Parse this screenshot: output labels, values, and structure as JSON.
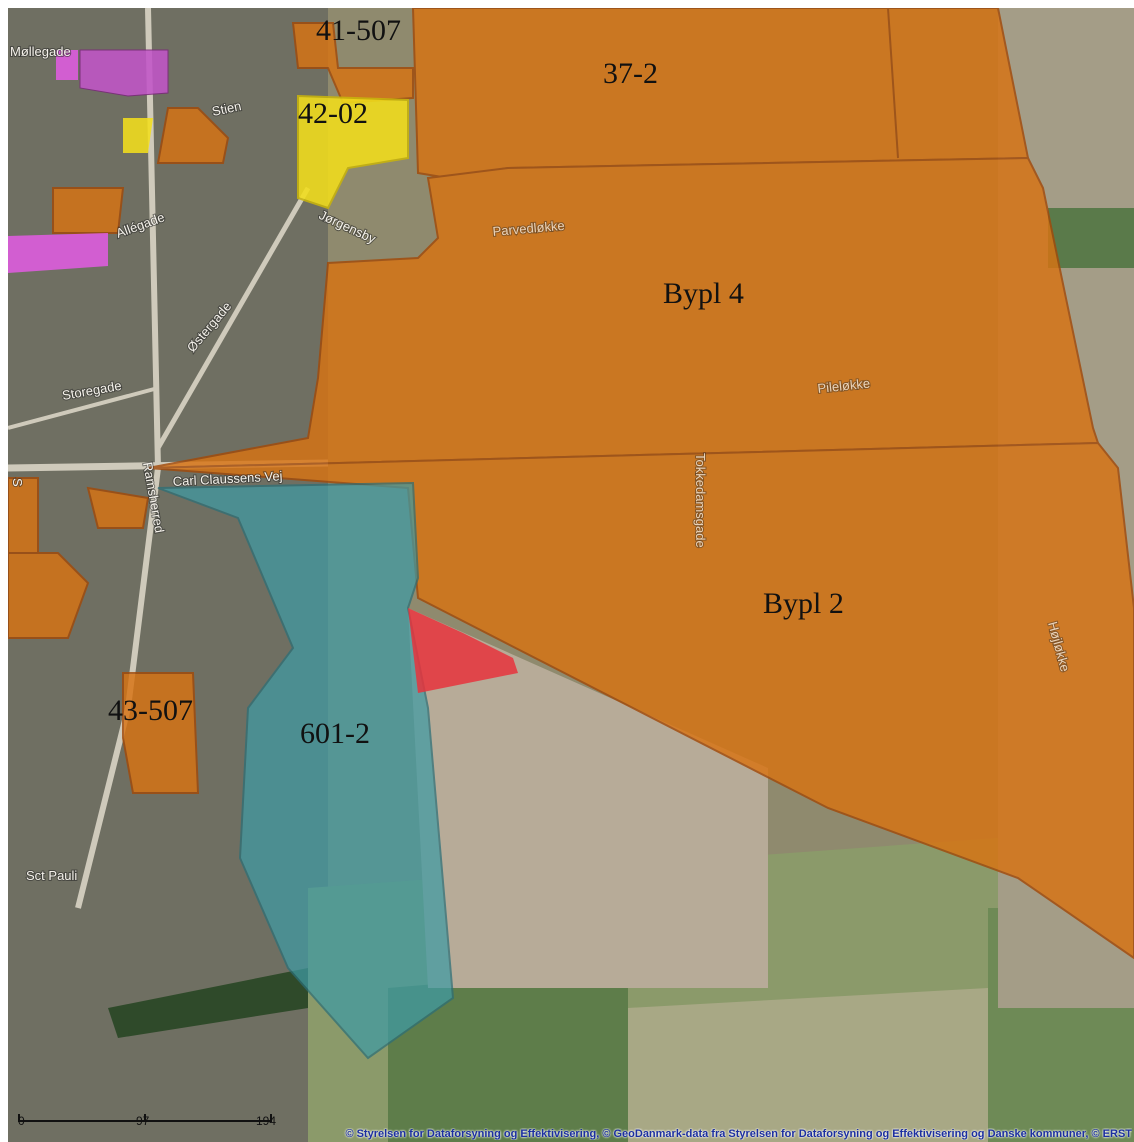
{
  "colors": {
    "residential": "#d87312",
    "residential_alt": "#e07a10",
    "mixed_yellow": "#f2de1c",
    "public_pink": "#e05ce0",
    "public_purple": "#c255c8",
    "technical_red": "#e8323c",
    "recreation_teal": "#3f9ba4",
    "boundary": "#a24a0a"
  },
  "zones": [
    {
      "id": "zone-37-2",
      "label": "37-2",
      "kind": "residential"
    },
    {
      "id": "zone-42-02",
      "label": "42-02",
      "kind": "mixed_yellow"
    },
    {
      "id": "zone-41-507",
      "label": "41-507",
      "kind": "residential"
    },
    {
      "id": "zone-bypl-4",
      "label": "Bypl 4",
      "kind": "residential"
    },
    {
      "id": "zone-bypl-2",
      "label": "Bypl 2",
      "kind": "residential"
    },
    {
      "id": "zone-601-2",
      "label": "601-2",
      "kind": "recreation_teal"
    },
    {
      "id": "zone-43-507",
      "label": "43-507",
      "kind": "residential"
    }
  ],
  "streets": {
    "mollegade": "Møllegade",
    "stien": "Stien",
    "allegade": "Allégade",
    "jorgensby": "Jørgensby",
    "ostergade": "Østergade",
    "storegade": "Storegade",
    "carl_claussens_vej": "Carl Claussens Vej",
    "ramsherred": "Ramsherred",
    "sct_pauli": "Sct Pauli",
    "parvedlokke": "Parvedløkke",
    "piledakke": "Pileløkke",
    "hojlokke": "Højløkke",
    "tokkedamsgade": "Tokkedamsgade",
    "s_vertical": "S"
  },
  "scale": {
    "start": "0",
    "mid": "97",
    "end": "194"
  },
  "attribution": "© Styrelsen for Dataforsyning og Effektivisering, © GeoDanmark-data fra Styrelsen for Dataforsyning og Effektivisering og Danske kommuner, © ERST"
}
